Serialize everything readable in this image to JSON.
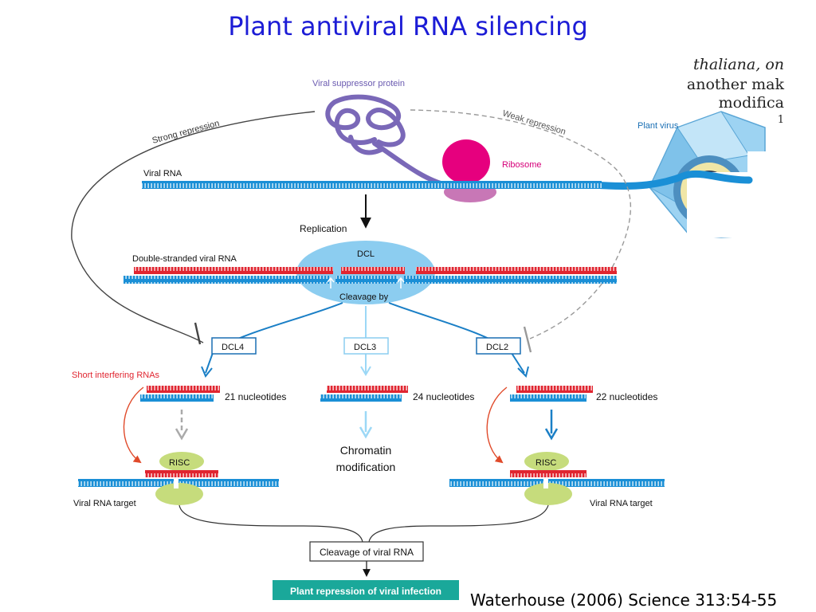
{
  "title": "Plant antiviral RNA silencing",
  "citation": "Waterhouse (2006) Science 313:54-55",
  "text_fragments": [
    "thaliana, on",
    "another mak",
    "modifica",
    "1"
  ],
  "labels": {
    "viral_suppressor": "Viral suppressor protein",
    "strong_repression": "Strong repression",
    "weak_repression": "Weak repression",
    "plant_virus": "Plant virus",
    "ribosome": "Ribosome",
    "viral_rna": "Viral RNA",
    "replication": "Replication",
    "dsrna": "Double-stranded viral RNA",
    "dcl": "DCL",
    "cleavage_by": "Cleavage by",
    "dcl4": "DCL4",
    "dcl3": "DCL3",
    "dcl2": "DCL2",
    "short_interfering": "Short interfering RNAs",
    "nt21": "21 nucleotides",
    "nt24": "24 nucleotides",
    "nt22": "22 nucleotides",
    "risc_left": "RISC",
    "risc_right": "RISC",
    "chromatin_1": "Chromatin",
    "chromatin_2": "modification",
    "target_left": "Viral RNA target",
    "target_right": "Viral RNA target",
    "cleavage_viral": "Cleavage of viral RNA",
    "plant_repression": "Plant repression of viral infection"
  },
  "colors": {
    "title": "#1c1cd6",
    "rna_blue": "#1a8fd6",
    "rna_red": "#e02530",
    "dcl_fill": "#8ccdf0",
    "risc_fill": "#c6dc7c",
    "ribosome_top": "#e6007e",
    "ribosome_bottom": "#c877b6",
    "suppressor": "#7a68b8",
    "result_box": "#1aa89a"
  }
}
